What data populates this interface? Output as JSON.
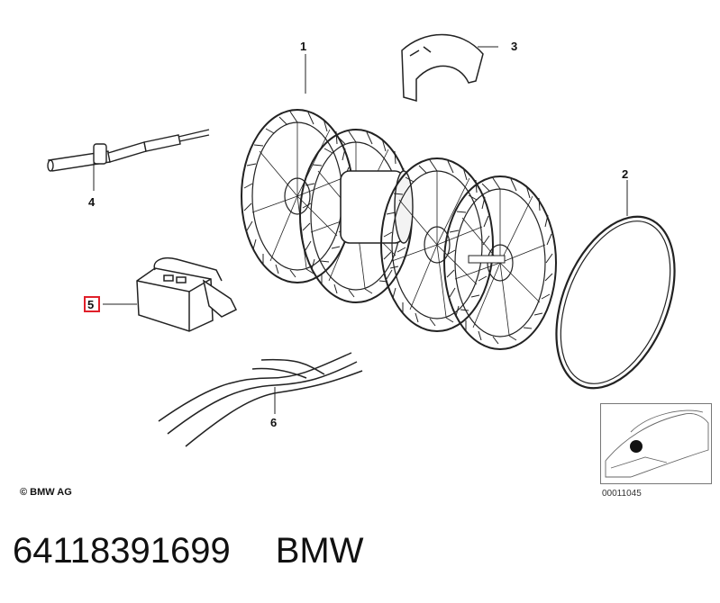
{
  "callouts": [
    "1",
    "2",
    "3",
    "4",
    "5",
    "6"
  ],
  "highlight_color": "#e0202a",
  "copyright": "© BMW AG",
  "reference_number": "00011045",
  "footer": {
    "part_number": "64118391699",
    "brand": "BMW"
  },
  "icons": [
    "blower-fan-wheel-icon",
    "gasket-ring-icon",
    "mounting-clip-icon",
    "shaft-icon",
    "resistor-module-icon",
    "wiring-harness-icon",
    "car-location-icon"
  ]
}
